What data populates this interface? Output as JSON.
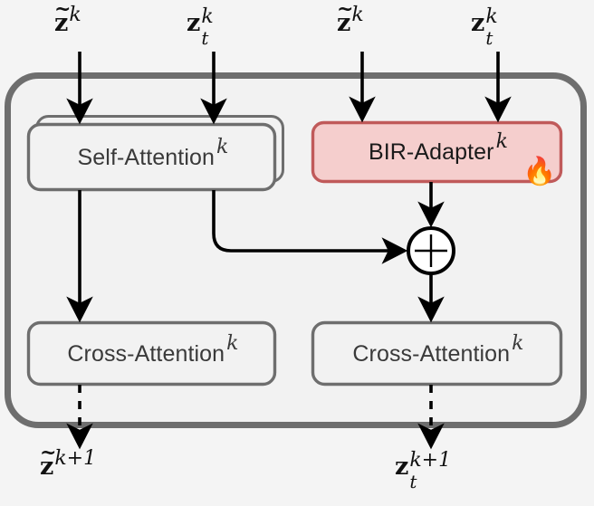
{
  "figure": {
    "title": "BIR-Adapter transformer block",
    "background_color": "#f4f4f4"
  },
  "colors": {
    "container_border": "#6e6e6e",
    "container_fill": "#f2f2f2",
    "block_border": "#6e6e6e",
    "block_fill": "#f2f2f2",
    "adapter_border": "#c05a5a",
    "adapter_fill": "#f5cecd",
    "arrow": "#000000",
    "text": "#1a1a1a"
  },
  "inputs": [
    {
      "name": "input-z-tilde-left",
      "base": "z",
      "tilde": true,
      "sup": "k",
      "sub": ""
    },
    {
      "name": "input-z-t-left",
      "base": "z",
      "tilde": false,
      "sup": "k",
      "sub": "t"
    },
    {
      "name": "input-z-tilde-right",
      "base": "z",
      "tilde": true,
      "sup": "k",
      "sub": ""
    },
    {
      "name": "input-z-t-right",
      "base": "z",
      "tilde": false,
      "sup": "k",
      "sub": "t"
    }
  ],
  "outputs": [
    {
      "name": "output-z-tilde",
      "base": "z",
      "tilde": true,
      "sup": "k+1",
      "sub": ""
    },
    {
      "name": "output-z-t",
      "base": "z",
      "tilde": false,
      "sup": "k+1",
      "sub": "t"
    }
  ],
  "blocks": {
    "self_attention": {
      "label": "Self-Attention",
      "sup": "k",
      "stacked": true,
      "trainable": false
    },
    "bir_adapter": {
      "label": "BIR-Adapter",
      "sup": "k",
      "stacked": false,
      "trainable": true,
      "badge": "fire-emoji",
      "badge_glyph": "🔥"
    },
    "cross_attention_left": {
      "label": "Cross-Attention",
      "sup": "k",
      "stacked": false,
      "trainable": false
    },
    "cross_attention_right": {
      "label": "Cross-Attention",
      "sup": "k",
      "stacked": false,
      "trainable": false
    }
  },
  "operators": {
    "sum_junction": {
      "symbol": "+",
      "name": "addition-operator"
    }
  },
  "edges": [
    {
      "from": "input-z-tilde-left",
      "to": "self-attention",
      "style": "solid"
    },
    {
      "from": "input-z-t-left",
      "to": "self-attention",
      "style": "solid"
    },
    {
      "from": "input-z-tilde-right",
      "to": "bir-adapter",
      "style": "solid"
    },
    {
      "from": "input-z-t-right",
      "to": "bir-adapter",
      "style": "solid"
    },
    {
      "from": "self-attention",
      "to": "cross-attention-left",
      "style": "solid"
    },
    {
      "from": "self-attention",
      "to": "sum-junction",
      "style": "solid-curved"
    },
    {
      "from": "bir-adapter",
      "to": "sum-junction",
      "style": "solid"
    },
    {
      "from": "sum-junction",
      "to": "cross-attention-right",
      "style": "solid"
    },
    {
      "from": "cross-attention-left",
      "to": "output-z-tilde",
      "style": "dashed"
    },
    {
      "from": "cross-attention-right",
      "to": "output-z-t",
      "style": "dashed"
    }
  ]
}
